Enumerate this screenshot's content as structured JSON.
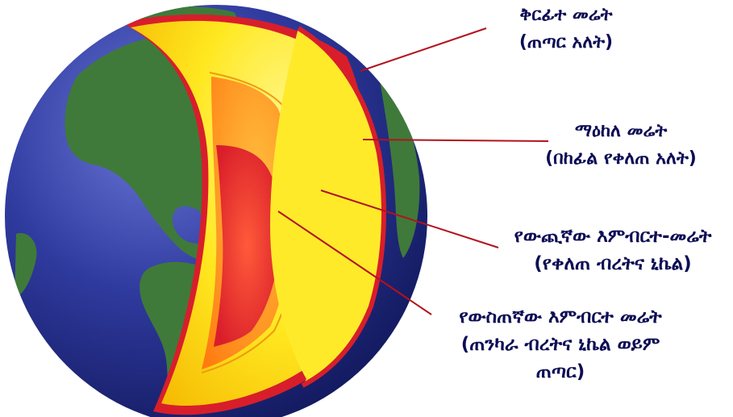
{
  "labels": {
    "crust": {
      "line1": "ቅርፊተ መሬት",
      "line2": "(ጠጣር አለት)"
    },
    "mantle": {
      "line1": "ማዕከለ መሬት",
      "line2": "(በከፊል የቀለጠ አለት)"
    },
    "outer_core": {
      "line1": "የውጪኛው  እምብርተ-መሬት",
      "line2": "(የቀለጠ ብረትና ኒኬል)"
    },
    "inner_core": {
      "line1": "የውስጠኛው እምብርተ መሬት",
      "line2": "(ጠንካራ ብረትና ኒኬል ወይም",
      "line3": "ጠጣር)"
    }
  },
  "colors": {
    "ocean": "#2f3a9e",
    "land": "#3f7a3a",
    "crust": "#d81e2b",
    "mantle": "#ffe820",
    "outer_core": "#ff8a1a",
    "inner_core": "#e8332a",
    "leader_line": "#b3121f",
    "label_text": "#0d0d55"
  }
}
